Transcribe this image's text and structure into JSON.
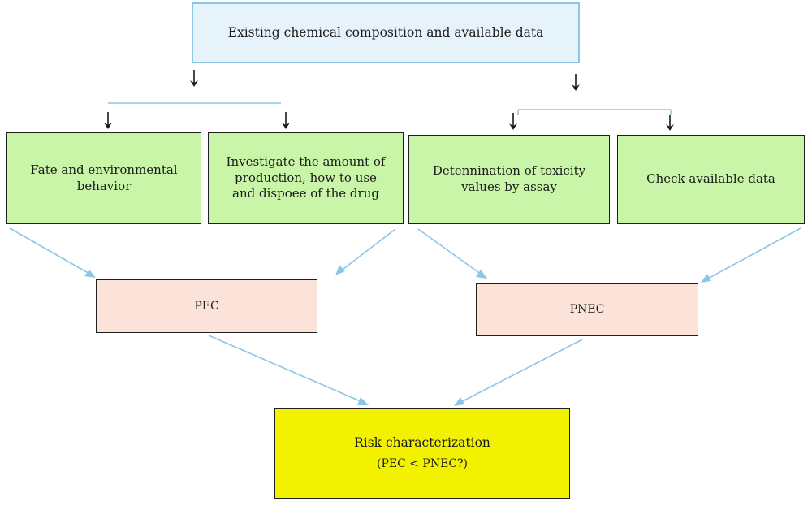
{
  "nodes": {
    "top": "Existing chemical composition and available data",
    "fate": "Fate and environmental behavior",
    "production": "Investigate the amount of production, how to use and dispoee of the drug",
    "toxicity": "Detennination of toxicity values by assay",
    "check": "Check available data",
    "pec": "PEC",
    "pnec": "PNEC",
    "risk_title": "Risk characterization",
    "risk_sub": "(PEC < PNEC?)"
  },
  "colors": {
    "top_fill": "#e6f3fa",
    "top_border": "#8cc6e6",
    "green_fill": "#c8f5a8",
    "pink_fill": "#fbe3da",
    "risk_fill": "#f2f200",
    "connector_blue": "#8cc6e6",
    "arrow_black": "#1a1a1a"
  }
}
